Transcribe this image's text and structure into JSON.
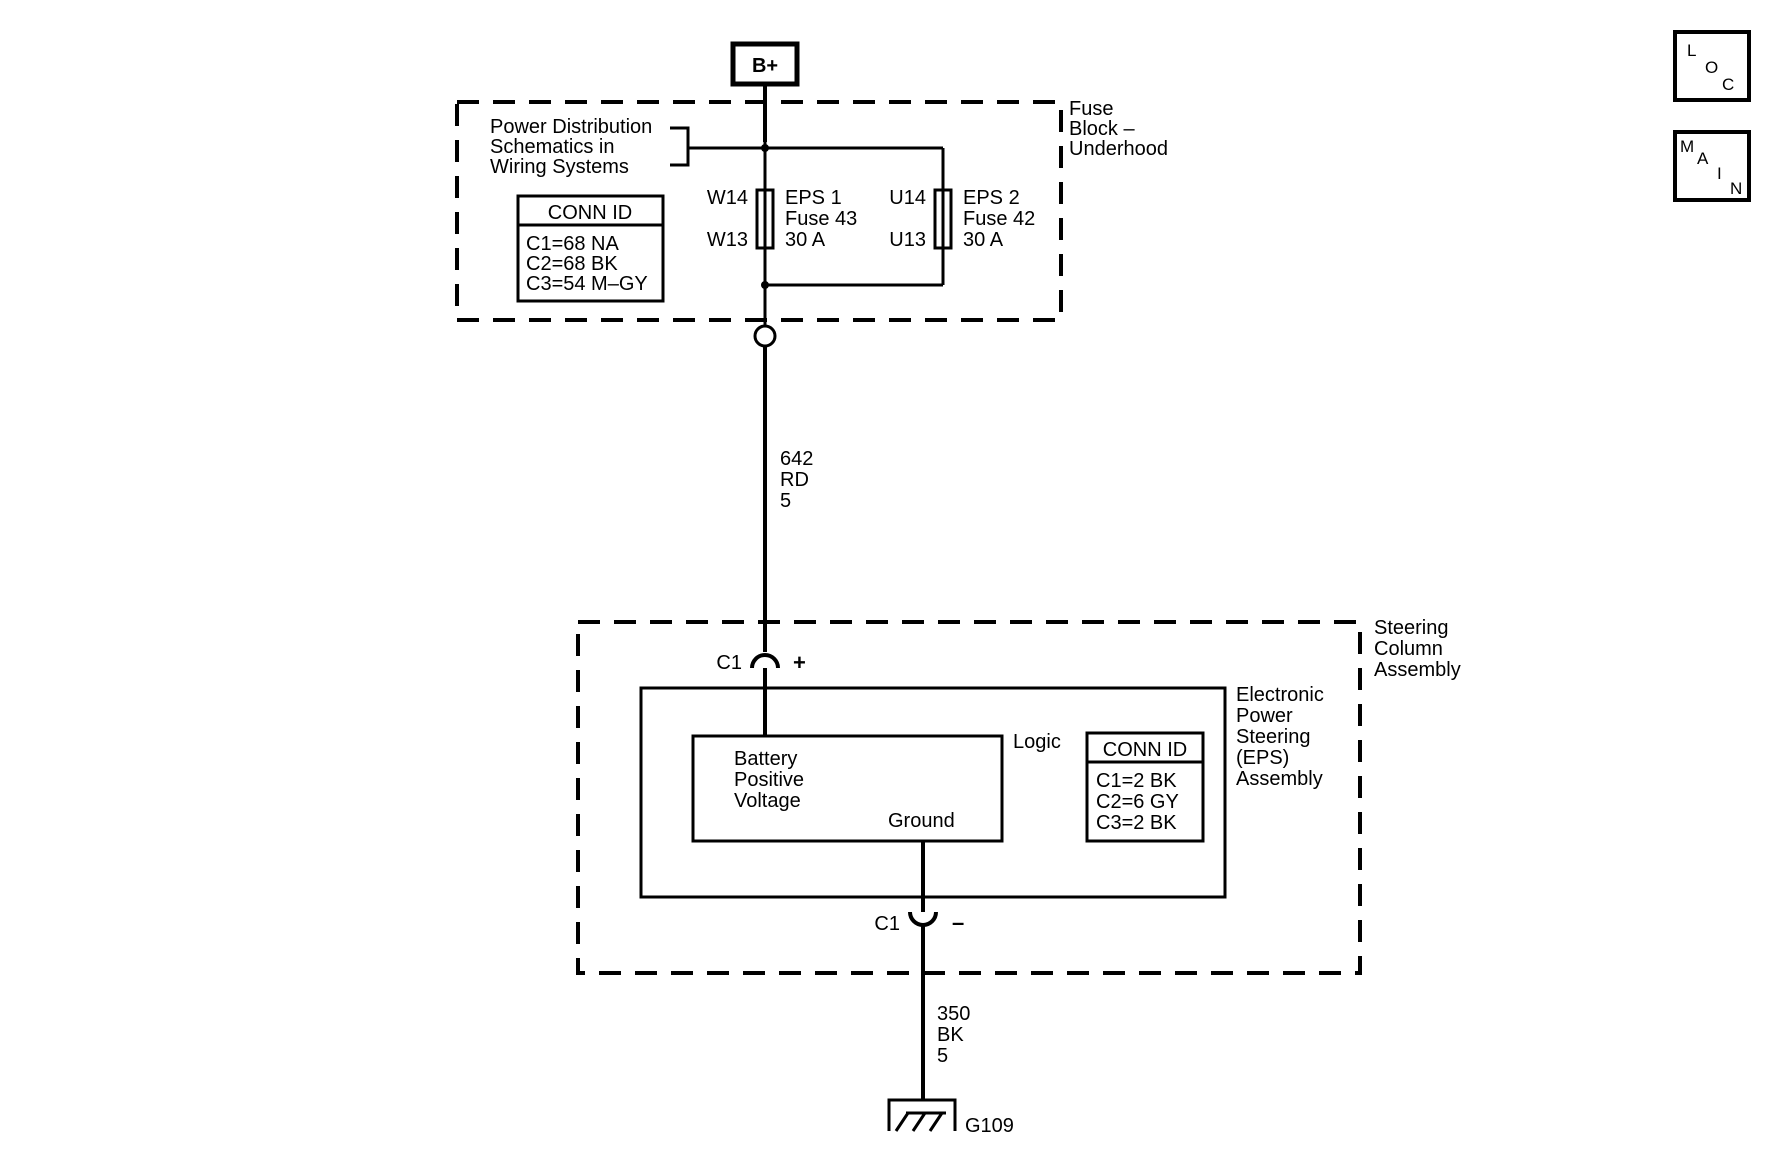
{
  "battery_label": "B+",
  "fuse_block": {
    "title": [
      "Fuse",
      "Block –",
      "Underhood"
    ],
    "power_ref": [
      "Power Distribution",
      "Schematics in",
      "Wiring Systems"
    ],
    "conn_id": {
      "header": "CONN ID",
      "rows": [
        "C1=68 NA",
        "C2=68 BK",
        "C3=54 M–GY"
      ]
    },
    "fuses": [
      {
        "pin_top": "W14",
        "pin_bottom": "W13",
        "name": "EPS 1",
        "number": "Fuse 43",
        "rating": "30 A"
      },
      {
        "pin_top": "U14",
        "pin_bottom": "U13",
        "name": "EPS 2",
        "number": "Fuse 42",
        "rating": "30 A"
      }
    ]
  },
  "wire_upper": [
    "642",
    "RD",
    "5"
  ],
  "steering_column": {
    "title": [
      "Steering",
      "Column",
      "Assembly"
    ],
    "connector_top": "C1",
    "polarity_top": "+",
    "connector_bottom": "C1",
    "polarity_bottom": "–",
    "module": {
      "title": [
        "Electronic",
        "Power",
        "Steering",
        "(EPS)",
        "Assembly"
      ],
      "logic_label": "Logic",
      "battery_input": [
        "Battery",
        "Positive",
        "Voltage"
      ],
      "ground_label": "Ground",
      "conn_id": {
        "header": "CONN ID",
        "rows": [
          "C1=2 BK",
          "C2=6 GY",
          "C3=2 BK"
        ]
      }
    }
  },
  "wire_lower": [
    "350",
    "BK",
    "5"
  ],
  "ground_point": "G109",
  "nav": {
    "loc": [
      "L",
      "O",
      "C"
    ],
    "main": [
      "M",
      "A",
      "I",
      "N"
    ]
  }
}
